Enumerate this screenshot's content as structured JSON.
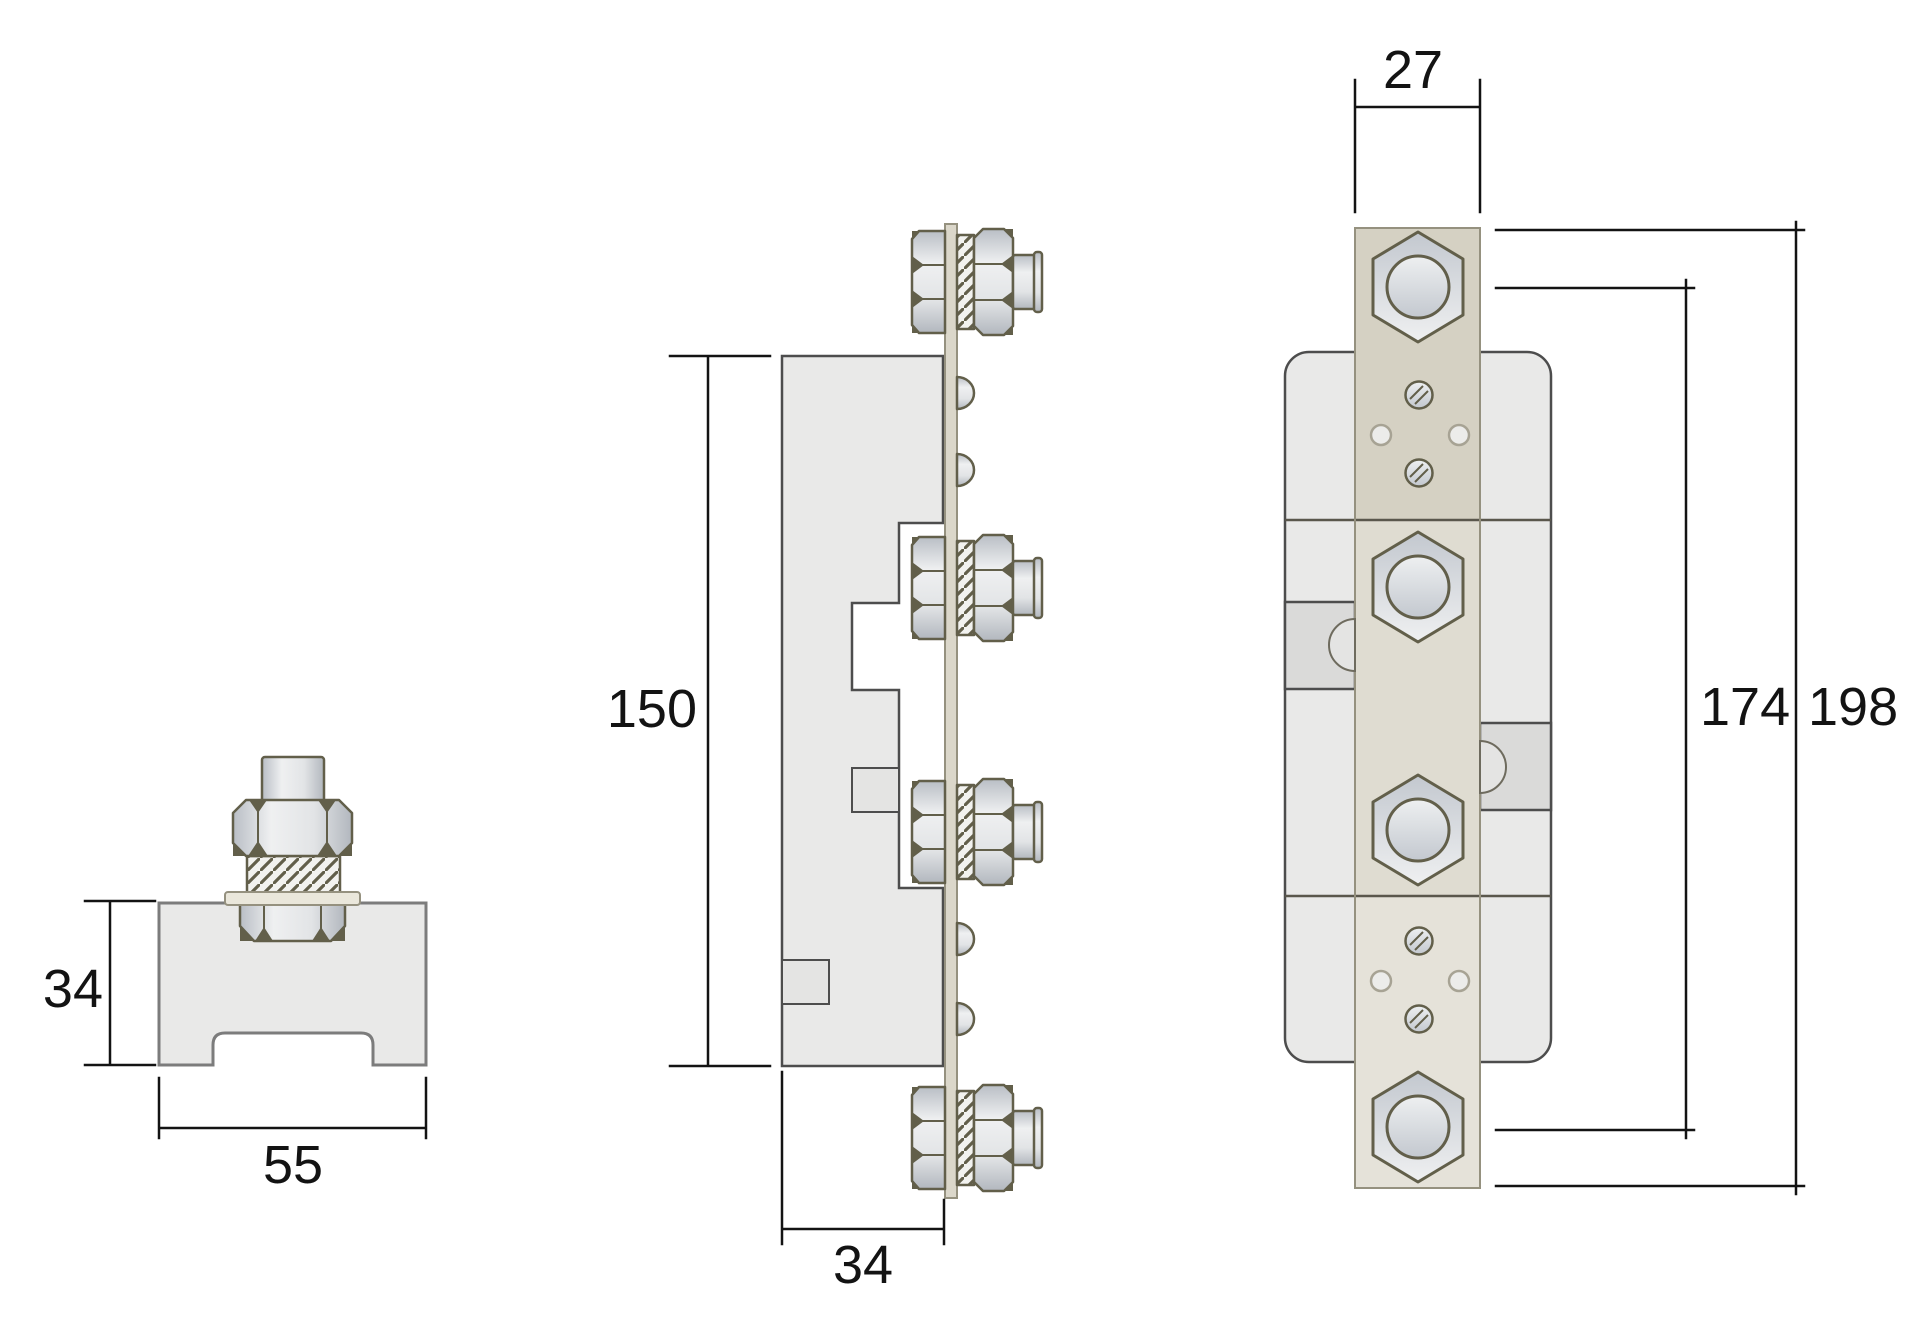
{
  "views": {
    "end": {
      "height_label": "34",
      "width_label": "55"
    },
    "side": {
      "height_label": "150",
      "depth_label": "34"
    },
    "front": {
      "bar_width_label": "27",
      "inner_span_label": "174",
      "overall_span_label": "198"
    }
  },
  "colors": {
    "background": "#ffffff",
    "body_fill": "#e9e9e8",
    "bar_fill": "#dbd7ca",
    "bar_outline": "#95917f",
    "outline_dark": "#4d4d4d",
    "outline_olive": "#625f4a",
    "dimension_color": "#131313"
  }
}
